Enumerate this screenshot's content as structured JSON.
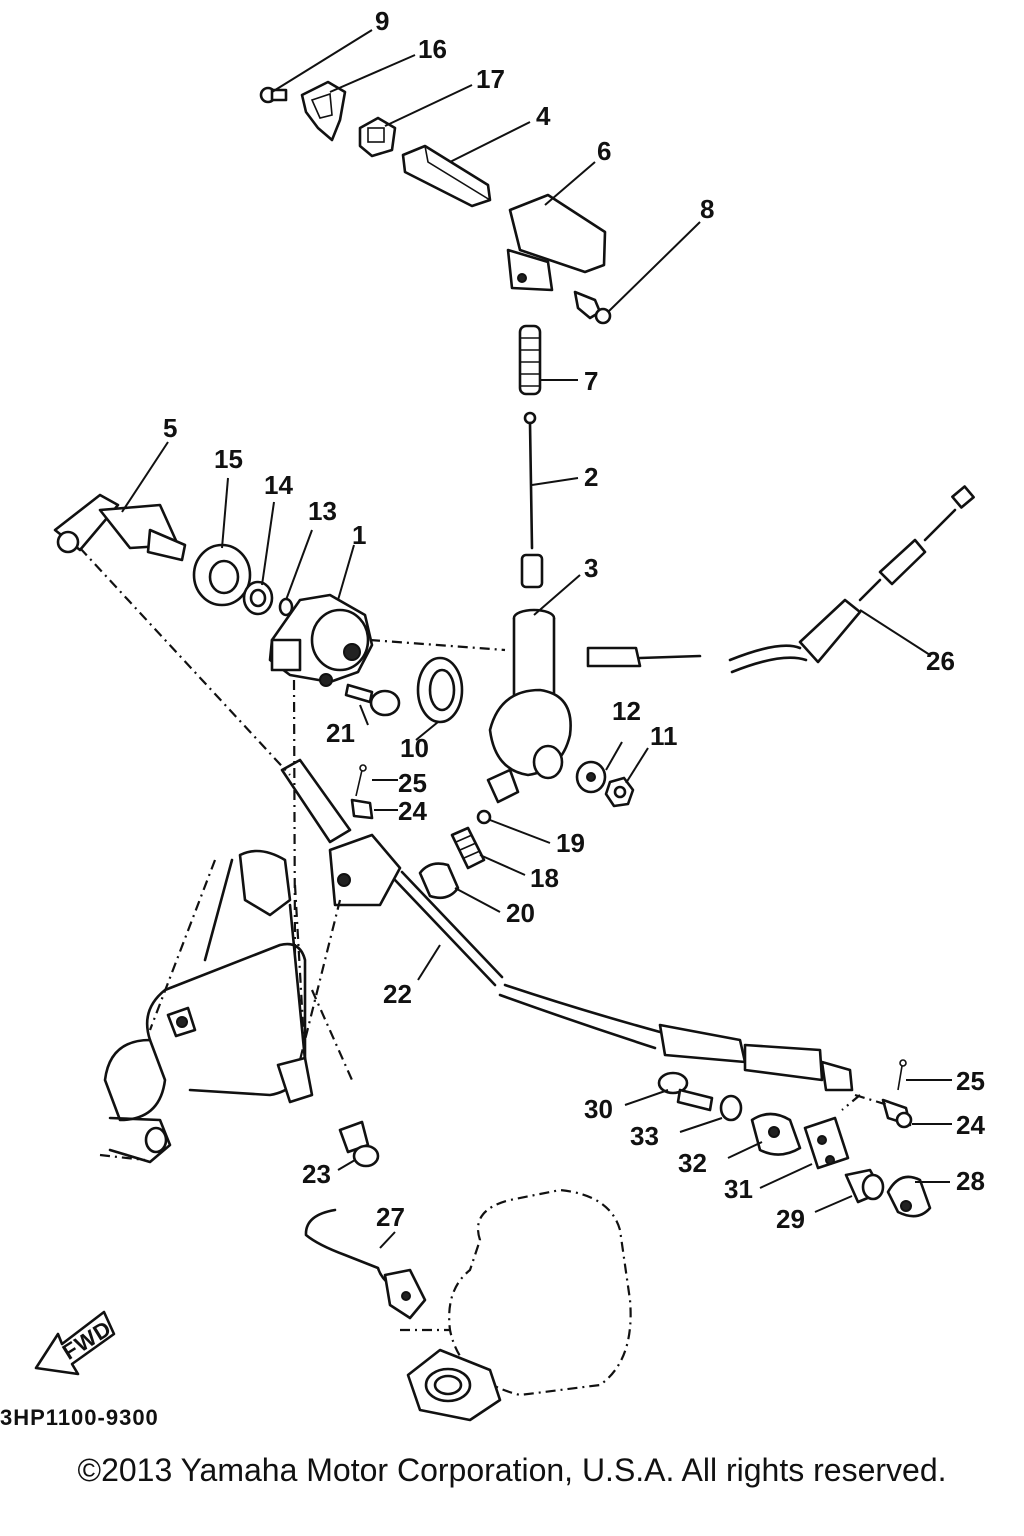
{
  "diagram_code": "3HP1100-9300",
  "copyright": "©2013 Yamaha Motor Corporation, U.S.A. All rights reserved.",
  "fwd_label": "FWD",
  "callouts": [
    "1",
    "2",
    "3",
    "4",
    "5",
    "6",
    "7",
    "8",
    "9",
    "10",
    "11",
    "12",
    "13",
    "14",
    "15",
    "16",
    "17",
    "18",
    "19",
    "20",
    "21",
    "22",
    "23",
    "24",
    "25",
    "26",
    "27",
    "28",
    "29",
    "30",
    "31",
    "32",
    "33"
  ],
  "callout_repeats": [
    "24",
    "25"
  ]
}
